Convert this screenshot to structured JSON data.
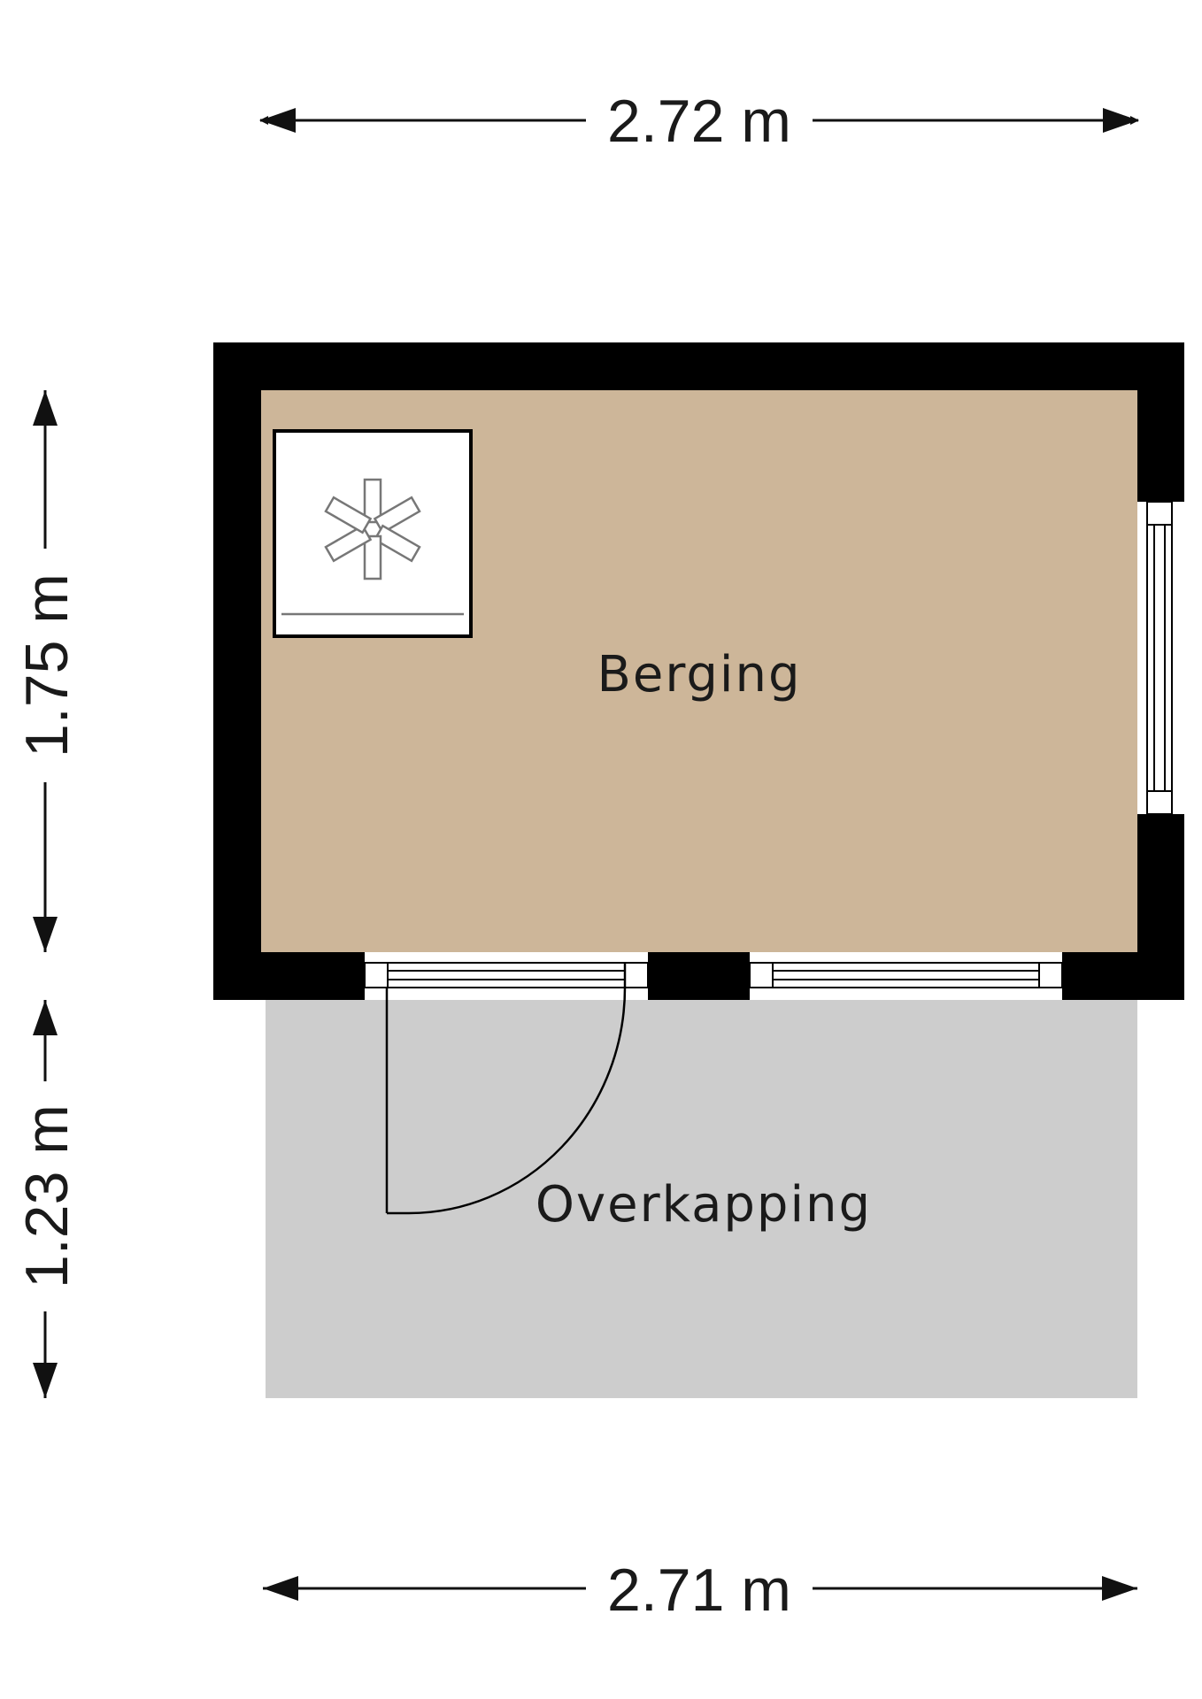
{
  "dimensions": {
    "top_width": "2.72 m",
    "bottom_width": "2.71 m",
    "berging_depth": "1.75 m",
    "overkapping_depth": "1.23 m"
  },
  "rooms": {
    "berging": "Berging",
    "overkapping": "Overkapping"
  },
  "colors": {
    "wall": "#000000",
    "berging_floor": "#cdb699",
    "overkapping_floor": "#cdcdcd",
    "background": "#ffffff"
  },
  "icons": {
    "boiler": "boiler-fan-icon",
    "door": "door-swing-icon"
  }
}
